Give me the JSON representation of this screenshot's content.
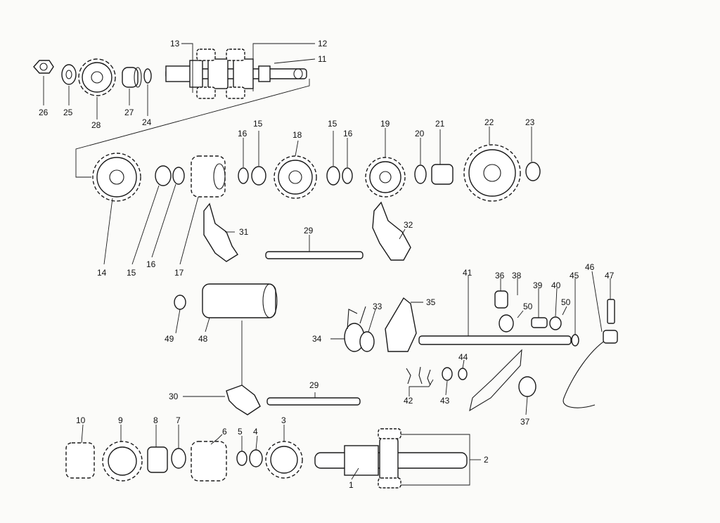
{
  "diagram": {
    "callouts": {
      "c1": "1",
      "c2": "2",
      "c3": "3",
      "c4": "4",
      "c5": "5",
      "c6": "6",
      "c7": "7",
      "c8": "8",
      "c9": "9",
      "c10": "10",
      "c11": "11",
      "c12": "12",
      "c13": "13",
      "c14": "14",
      "c15a": "15",
      "c15b": "15",
      "c15c": "15",
      "c16a": "16",
      "c16b": "16",
      "c16c": "16",
      "c17": "17",
      "c18": "18",
      "c19": "19",
      "c20": "20",
      "c21": "21",
      "c22": "22",
      "c23": "23",
      "c24": "24",
      "c25": "25",
      "c26": "26",
      "c27": "27",
      "c28": "28",
      "c29a": "29",
      "c29b": "29",
      "c30": "30",
      "c31": "31",
      "c32": "32",
      "c33": "33",
      "c34": "34",
      "c35": "35",
      "c36": "36",
      "c37": "37",
      "c38": "38",
      "c39": "39",
      "c40": "40",
      "c41": "41",
      "c42": "42",
      "c43": "43",
      "c44": "44",
      "c45": "45",
      "c46": "46",
      "c47": "47",
      "c48": "48",
      "c49": "49",
      "c50a": "50",
      "c50b": "50"
    }
  }
}
